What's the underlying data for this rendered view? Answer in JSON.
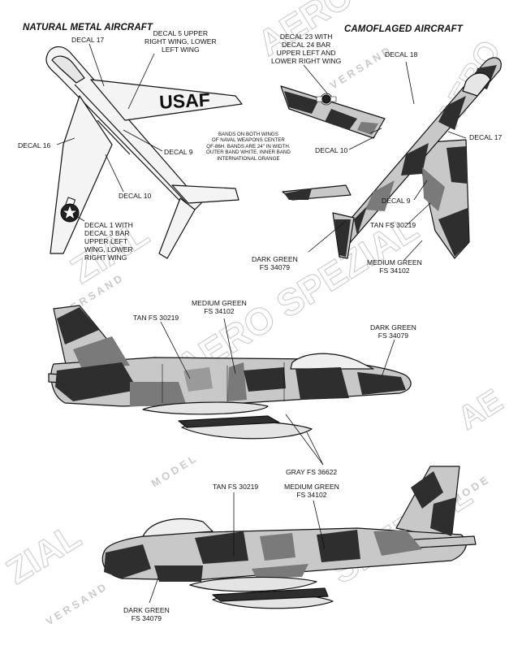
{
  "headings": {
    "natural": "NATURAL METAL AIRCRAFT",
    "camo": "CAMOFLAGED AIRCRAFT"
  },
  "natural_labels": {
    "decal17": "DECAL 17",
    "decal5": [
      "DECAL 5 UPPER",
      "RIGHT WING, LOWER",
      "LEFT WING"
    ],
    "decal16": "DECAL 16",
    "decal9": "DECAL 9",
    "decal10": "DECAL 10",
    "decal1": [
      "DECAL 1 WITH",
      "DECAL 3 BAR",
      "UPPER LEFT",
      "WING, LOWER",
      "RIGHT WING"
    ],
    "usaf": "USAF"
  },
  "camo_labels": {
    "decal23": [
      "DECAL 23 WITH",
      "DECAL 24 BAR",
      "UPPER LEFT AND",
      "LOWER RIGHT WING"
    ],
    "decal18": "DECAL 18",
    "bands": [
      "BANDS ON BOTH WINGS",
      "OF NAVAL WEAPONS CENTER",
      "QF-86H.  BANDS ARE 24\" IN WIDTH.",
      "OUTER BAND WHITE, INNER BAND",
      "INTERNATIONAL ORANGE"
    ],
    "decal10": "DECAL 10",
    "decal17": "DECAL 17",
    "decal9": "DECAL 9",
    "tan": "TAN FS 30219",
    "dark_green": [
      "DARK GREEN",
      "FS 34079"
    ],
    "medium_green": [
      "MEDIUM GREEN",
      "FS 34102"
    ]
  },
  "side_labels": {
    "tan": "TAN FS 30219",
    "medium_green": [
      "MEDIUM GREEN",
      "FS 34102"
    ],
    "dark_green": [
      "DARK GREEN",
      "FS 34079"
    ],
    "gray": "GRAY FS 36622"
  },
  "lower_labels": {
    "tan": "TAN FS 30219",
    "medium_green": [
      "MEDIUM GREEN",
      "FS 34102"
    ],
    "dark_green": [
      "DARK GREEN",
      "FS 34079"
    ]
  },
  "colors": {
    "dark_green": "#2e2e2e",
    "medium_green": "#7a7a7a",
    "tan": "#c8c8c8",
    "metal": "#f4f4f4",
    "line": "#111111",
    "watermark": "#bdbdbd"
  }
}
